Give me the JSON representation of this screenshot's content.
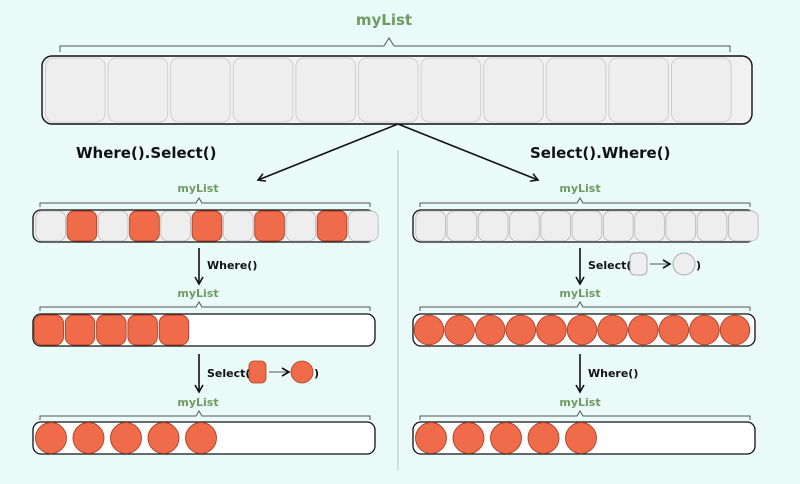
{
  "colors": {
    "background": "#e9faf8",
    "element_grey": "#eeeeee",
    "element_orange": "#ef6b4a",
    "list_label_green": "#6f9a62",
    "outline": "#111111"
  },
  "top": {
    "list_label": "myList",
    "element_count": 11
  },
  "left": {
    "title": "Where().Select()",
    "step1": {
      "list_label": "myList",
      "slots": 11,
      "highlighted_indices": [
        1,
        3,
        5,
        7,
        9
      ]
    },
    "op1": {
      "label": "Where()"
    },
    "step2": {
      "list_label": "myList",
      "items": 5,
      "shape": "rounded-square"
    },
    "op2": {
      "label_open": "Select(",
      "label_close": ")",
      "from_shape": "rounded-square",
      "to_shape": "circle"
    },
    "step3": {
      "list_label": "myList",
      "items": 5,
      "shape": "circle"
    }
  },
  "right": {
    "title": "Select().Where()",
    "step1": {
      "list_label": "myList",
      "slots": 11
    },
    "op1": {
      "label_open": "Select(",
      "label_close": ")",
      "from_shape": "rounded-square",
      "to_shape": "circle"
    },
    "step2": {
      "list_label": "myList",
      "items": 11,
      "shape": "circle"
    },
    "op2": {
      "label": "Where()"
    },
    "step3": {
      "list_label": "myList",
      "items": 5,
      "shape": "circle"
    }
  }
}
